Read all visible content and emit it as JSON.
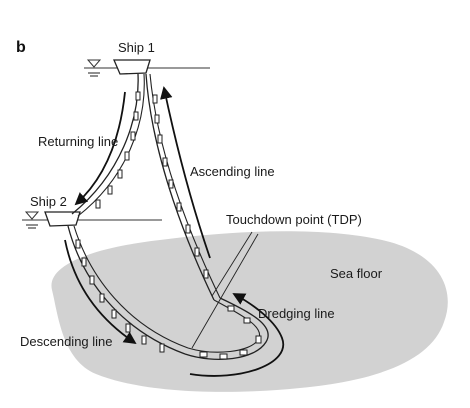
{
  "panel_label": "b",
  "ships": {
    "ship1": "Ship 1",
    "ship2": "Ship 2"
  },
  "labels": {
    "returning_line": "Returning line",
    "ascending_line": "Ascending line",
    "touchdown_point": "Touchdown point (TDP)",
    "sea_floor": "Sea floor",
    "dredging_line": "Dredging line",
    "descending_line": "Descending line"
  },
  "colors": {
    "sea_floor": "#d2d2d2",
    "lines": "#222222",
    "background": "#ffffff"
  }
}
